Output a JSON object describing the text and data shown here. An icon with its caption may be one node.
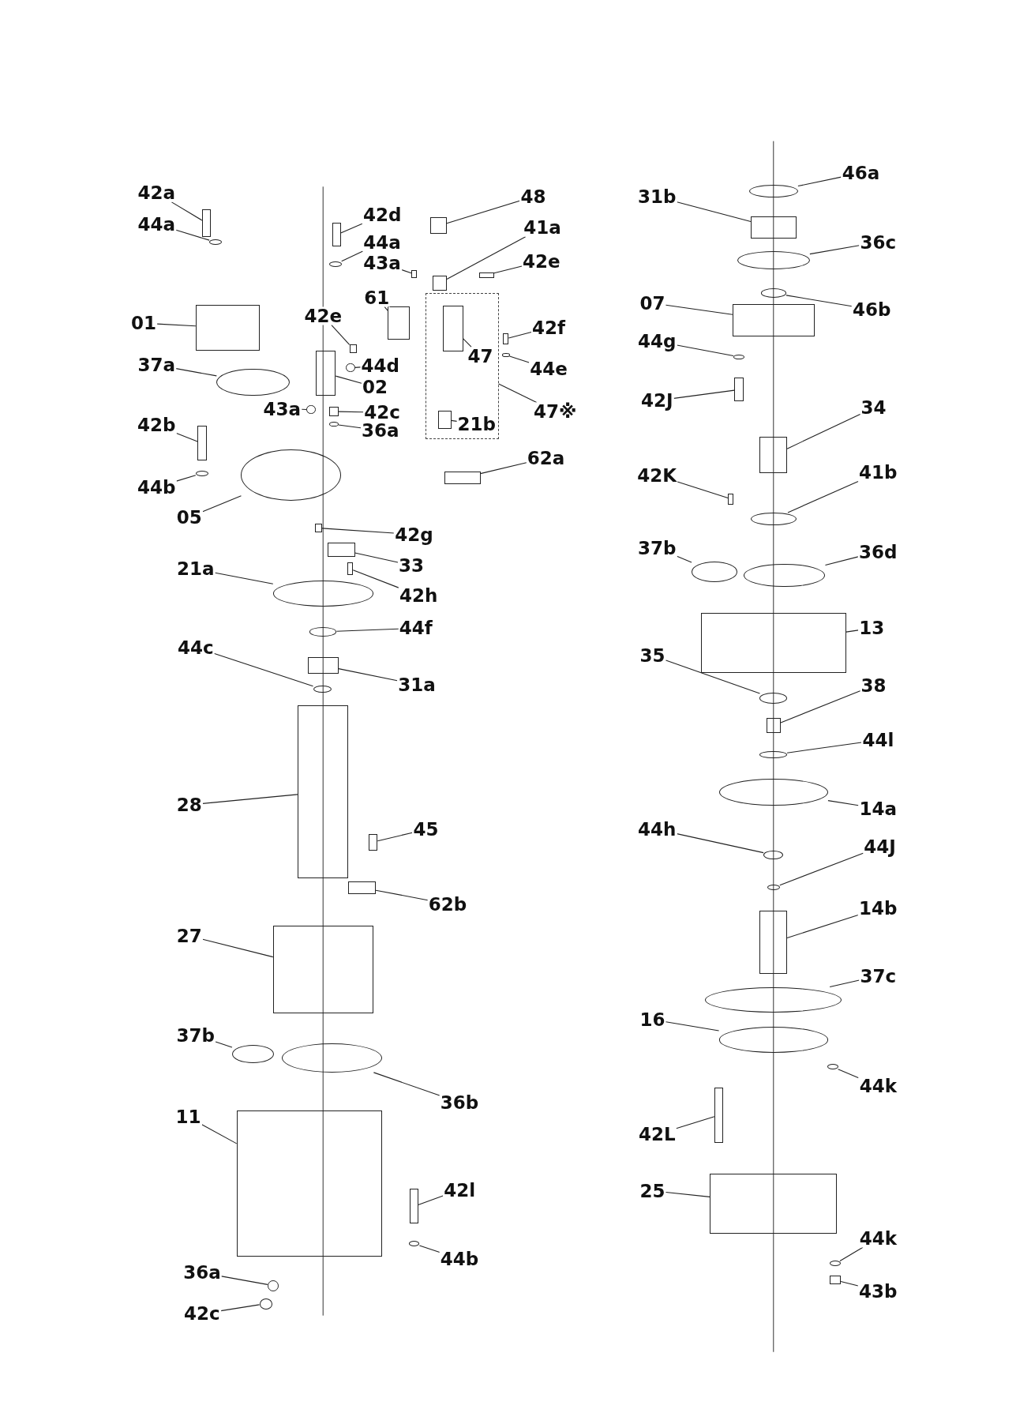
{
  "diagram": {
    "nodes": [
      {
        "text": [
          "42a"
        ]
      },
      {
        "text": [],
        "shape": "box"
      },
      {
        "text": [
          "44a"
        ]
      },
      {
        "text": [],
        "shape": "circle"
      },
      {
        "text": [
          "01"
        ]
      },
      {
        "text": [],
        "shape": "box"
      },
      {
        "text": [
          "37a"
        ]
      },
      {
        "text": [],
        "shape": "circle"
      },
      {
        "text": [
          "42b"
        ]
      },
      {
        "text": [],
        "shape": "box"
      },
      {
        "text": [
          "44b"
        ]
      },
      {
        "text": [],
        "shape": "circle"
      },
      {
        "text": [
          "05"
        ]
      },
      {
        "text": [],
        "shape": "circle"
      },
      {
        "text": [
          "42d"
        ]
      },
      {
        "text": [],
        "shape": "box"
      },
      {
        "text": [
          "44a"
        ]
      },
      {
        "text": [],
        "shape": "circle"
      },
      {
        "text": [
          "43a"
        ]
      },
      {
        "text": [],
        "shape": "box"
      },
      {
        "text": [
          "48"
        ]
      },
      {
        "text": [],
        "shape": "box"
      },
      {
        "text": [
          "41a"
        ]
      },
      {
        "text": [],
        "shape": "box"
      },
      {
        "text": [
          "42e"
        ]
      },
      {
        "text": [],
        "shape": "box"
      },
      {
        "text": [
          "61"
        ]
      },
      {
        "text": [],
        "shape": "box"
      },
      {
        "text": [
          "42e"
        ]
      },
      {
        "text": [],
        "shape": "box"
      },
      {
        "text": [
          "44d"
        ]
      },
      {
        "text": [],
        "shape": "circle"
      },
      {
        "text": [
          "02"
        ]
      },
      {
        "text": [],
        "shape": "box"
      },
      {
        "text": [
          "43a"
        ]
      },
      {
        "text": [],
        "shape": "circle"
      },
      {
        "text": [
          "42c"
        ]
      },
      {
        "text": [],
        "shape": "box"
      },
      {
        "text": [
          "36a"
        ]
      },
      {
        "text": [],
        "shape": "circle"
      },
      {
        "text": [],
        "shape": "box"
      },
      {
        "text": [
          "47"
        ],
        "in": 40
      },
      {
        "text": [],
        "shape": "box",
        "in": 40
      },
      {
        "text": [
          "42f"
        ]
      },
      {
        "text": [],
        "shape": "box"
      },
      {
        "text": [
          "44e"
        ]
      },
      {
        "text": [],
        "shape": "circle"
      },
      {
        "text": [
          "47※"
        ]
      },
      {
        "text": [
          "21b"
        ],
        "in": 40
      },
      {
        "text": [],
        "shape": "box",
        "in": 40
      },
      {
        "text": [
          "62a"
        ]
      },
      {
        "text": [],
        "shape": "box"
      },
      {
        "text": [
          "42g"
        ]
      },
      {
        "text": [],
        "shape": "box"
      },
      {
        "text": [
          "33"
        ]
      },
      {
        "text": [],
        "shape": "box"
      },
      {
        "text": [
          "21a"
        ]
      },
      {
        "text": [],
        "shape": "circle"
      },
      {
        "text": [
          "42h"
        ]
      },
      {
        "text": [],
        "shape": "box"
      },
      {
        "text": [
          "44f"
        ]
      },
      {
        "text": [],
        "shape": "circle"
      },
      {
        "text": [
          "44c"
        ]
      },
      {
        "text": [],
        "shape": "circle"
      },
      {
        "text": [
          "31a"
        ]
      },
      {
        "text": [],
        "shape": "box"
      },
      {
        "text": [
          "28"
        ]
      },
      {
        "text": [],
        "shape": "box"
      },
      {
        "text": [
          "45"
        ]
      },
      {
        "text": [],
        "shape": "box"
      },
      {
        "text": [
          "62b"
        ]
      },
      {
        "text": [],
        "shape": "box"
      },
      {
        "text": [
          "27"
        ]
      },
      {
        "text": [],
        "shape": "box"
      },
      {
        "text": [
          "37b"
        ]
      },
      {
        "text": [],
        "shape": "circle"
      },
      {
        "text": [
          "36b"
        ]
      },
      {
        "text": [],
        "shape": "circle"
      },
      {
        "text": [
          "11"
        ]
      },
      {
        "text": [],
        "shape": "box"
      },
      {
        "text": [
          "42l"
        ]
      },
      {
        "text": [],
        "shape": "box"
      },
      {
        "text": [
          "44b"
        ]
      },
      {
        "text": [],
        "shape": "circle"
      },
      {
        "text": [
          "36a"
        ]
      },
      {
        "text": [],
        "shape": "circle"
      },
      {
        "text": [
          "42c"
        ]
      },
      {
        "text": [],
        "shape": "circle"
      },
      {
        "text": [
          "46a"
        ]
      },
      {
        "text": [],
        "shape": "circle"
      },
      {
        "text": [
          "31b"
        ]
      },
      {
        "text": [],
        "shape": "box"
      },
      {
        "text": [
          "36c"
        ]
      },
      {
        "text": [],
        "shape": "circle"
      },
      {
        "text": [
          "07"
        ]
      },
      {
        "text": [],
        "shape": "box"
      },
      {
        "text": [
          "46b"
        ]
      },
      {
        "text": [],
        "shape": "circle"
      },
      {
        "text": [
          "44g"
        ]
      },
      {
        "text": [],
        "shape": "circle"
      },
      {
        "text": [
          "42J"
        ]
      },
      {
        "text": [],
        "shape": "box"
      },
      {
        "text": [
          "34"
        ]
      },
      {
        "text": [],
        "shape": "box"
      },
      {
        "text": [
          "42K"
        ]
      },
      {
        "text": [],
        "shape": "box"
      },
      {
        "text": [
          "41b"
        ]
      },
      {
        "text": [],
        "shape": "circle"
      },
      {
        "text": [
          "37b"
        ]
      },
      {
        "text": [],
        "shape": "circle"
      },
      {
        "text": [
          "36d"
        ]
      },
      {
        "text": [],
        "shape": "circle"
      },
      {
        "text": [
          "13"
        ]
      },
      {
        "text": [],
        "shape": "box"
      },
      {
        "text": [
          "35"
        ]
      },
      {
        "text": [],
        "shape": "circle"
      },
      {
        "text": [
          "38"
        ]
      },
      {
        "text": [],
        "shape": "box"
      },
      {
        "text": [
          "44l"
        ]
      },
      {
        "text": [],
        "shape": "circle"
      },
      {
        "text": [
          "14a"
        ]
      },
      {
        "text": [],
        "shape": "circle"
      },
      {
        "text": [
          "44h"
        ]
      },
      {
        "text": [],
        "shape": "circle"
      },
      {
        "text": [
          "44J"
        ]
      },
      {
        "text": [],
        "shape": "circle"
      },
      {
        "text": [
          "14b"
        ]
      },
      {
        "text": [],
        "shape": "box"
      },
      {
        "text": [
          "37c"
        ]
      },
      {
        "text": [],
        "shape": "circle"
      },
      {
        "text": [
          "16"
        ]
      },
      {
        "text": [],
        "shape": "circle"
      },
      {
        "text": [
          "44k"
        ]
      },
      {
        "text": [],
        "shape": "circle"
      },
      {
        "text": [
          "42L"
        ]
      },
      {
        "text": [],
        "shape": "box"
      },
      {
        "text": [
          "25"
        ]
      },
      {
        "text": [],
        "shape": "box"
      },
      {
        "text": [
          "44k"
        ]
      },
      {
        "text": [],
        "shape": "circle"
      },
      {
        "text": [
          "43b"
        ]
      },
      {
        "text": [],
        "shape": "box"
      }
    ],
    "edges": [
      {
        "from": 0,
        "to": 1,
        "arrow": "none"
      },
      {
        "from": 2,
        "to": 3,
        "arrow": "none"
      },
      {
        "from": 4,
        "to": 5,
        "arrow": "none"
      },
      {
        "from": 6,
        "to": 7,
        "arrow": "none"
      },
      {
        "from": 8,
        "to": 9,
        "arrow": "none"
      },
      {
        "from": 10,
        "to": 11,
        "arrow": "none"
      },
      {
        "from": 12,
        "to": 13,
        "arrow": "none"
      },
      {
        "from": 14,
        "to": 15,
        "arrow": "none"
      },
      {
        "from": 16,
        "to": 17,
        "arrow": "none"
      },
      {
        "from": 18,
        "to": 19,
        "arrow": "none"
      },
      {
        "from": 20,
        "to": 21,
        "arrow": "none"
      },
      {
        "from": 22,
        "to": 23,
        "arrow": "none"
      },
      {
        "from": 24,
        "to": 25,
        "arrow": "none"
      },
      {
        "from": 26,
        "to": 27,
        "arrow": "none"
      },
      {
        "from": 28,
        "to": 29,
        "arrow": "none"
      },
      {
        "from": 30,
        "to": 31,
        "arrow": "none"
      },
      {
        "from": 32,
        "to": 33,
        "arrow": "none"
      },
      {
        "from": 34,
        "to": 35,
        "arrow": "none"
      },
      {
        "from": 36,
        "to": 37,
        "arrow": "none"
      },
      {
        "from": 38,
        "to": 39,
        "arrow": "none"
      },
      {
        "from": 41,
        "to": 42,
        "arrow": "none"
      },
      {
        "from": 43,
        "to": 44,
        "arrow": "none"
      },
      {
        "from": 45,
        "to": 46,
        "arrow": "none"
      },
      {
        "from": 47,
        "to": 40,
        "arrow": "none"
      },
      {
        "from": 48,
        "to": 49,
        "arrow": "none"
      },
      {
        "from": 50,
        "to": 51,
        "arrow": "none"
      },
      {
        "from": 52,
        "to": 53,
        "arrow": "none"
      },
      {
        "from": 54,
        "to": 55,
        "arrow": "none"
      },
      {
        "from": 56,
        "to": 57,
        "arrow": "none"
      },
      {
        "from": 58,
        "to": 59,
        "arrow": "none"
      },
      {
        "from": 60,
        "to": 61,
        "arrow": "none"
      },
      {
        "from": 62,
        "to": 63,
        "arrow": "none"
      },
      {
        "from": 64,
        "to": 65,
        "arrow": "none"
      },
      {
        "from": 66,
        "to": 67,
        "arrow": "none"
      },
      {
        "from": 68,
        "to": 69,
        "arrow": "none"
      },
      {
        "from": 70,
        "to": 71,
        "arrow": "none"
      },
      {
        "from": 72,
        "to": 73,
        "arrow": "none"
      },
      {
        "from": 74,
        "to": 75,
        "arrow": "none"
      },
      {
        "from": 76,
        "to": 77,
        "arrow": "none"
      },
      {
        "from": 78,
        "to": 79,
        "arrow": "none"
      },
      {
        "from": 80,
        "to": 81,
        "arrow": "none"
      },
      {
        "from": 82,
        "to": 83,
        "arrow": "none"
      },
      {
        "from": 84,
        "to": 85,
        "arrow": "none"
      },
      {
        "from": 86,
        "to": 87,
        "arrow": "none"
      },
      {
        "from": 88,
        "to": 89,
        "arrow": "none"
      },
      {
        "from": 90,
        "to": 91,
        "arrow": "none"
      },
      {
        "from": 92,
        "to": 93,
        "arrow": "none"
      },
      {
        "from": 94,
        "to": 95,
        "arrow": "none"
      },
      {
        "from": 96,
        "to": 97,
        "arrow": "none"
      },
      {
        "from": 98,
        "to": 99,
        "arrow": "none"
      },
      {
        "from": 100,
        "to": 101,
        "arrow": "none"
      },
      {
        "from": 102,
        "to": 103,
        "arrow": "none"
      },
      {
        "from": 104,
        "to": 105,
        "arrow": "none"
      },
      {
        "from": 106,
        "to": 107,
        "arrow": "none"
      },
      {
        "from": 108,
        "to": 109,
        "arrow": "none"
      },
      {
        "from": 110,
        "to": 111,
        "arrow": "none"
      },
      {
        "from": 112,
        "to": 113,
        "arrow": "none"
      },
      {
        "from": 114,
        "to": 115,
        "arrow": "none"
      },
      {
        "from": 116,
        "to": 117,
        "arrow": "none"
      },
      {
        "from": 118,
        "to": 119,
        "arrow": "none"
      },
      {
        "from": 120,
        "to": 121,
        "arrow": "none"
      },
      {
        "from": 122,
        "to": 123,
        "arrow": "none"
      },
      {
        "from": 124,
        "to": 125,
        "arrow": "none"
      },
      {
        "from": 126,
        "to": 127,
        "arrow": "none"
      },
      {
        "from": 128,
        "to": 129,
        "arrow": "none"
      },
      {
        "from": 130,
        "to": 131,
        "arrow": "none"
      },
      {
        "from": 132,
        "to": 133,
        "arrow": "none"
      },
      {
        "from": 134,
        "to": 135,
        "arrow": "none"
      },
      {
        "from": 136,
        "to": 137,
        "arrow": "none"
      },
      {
        "from": 138,
        "to": 139,
        "arrow": "none"
      },
      {
        "from": 140,
        "to": 141,
        "arrow": "none"
      }
    ]
  }
}
